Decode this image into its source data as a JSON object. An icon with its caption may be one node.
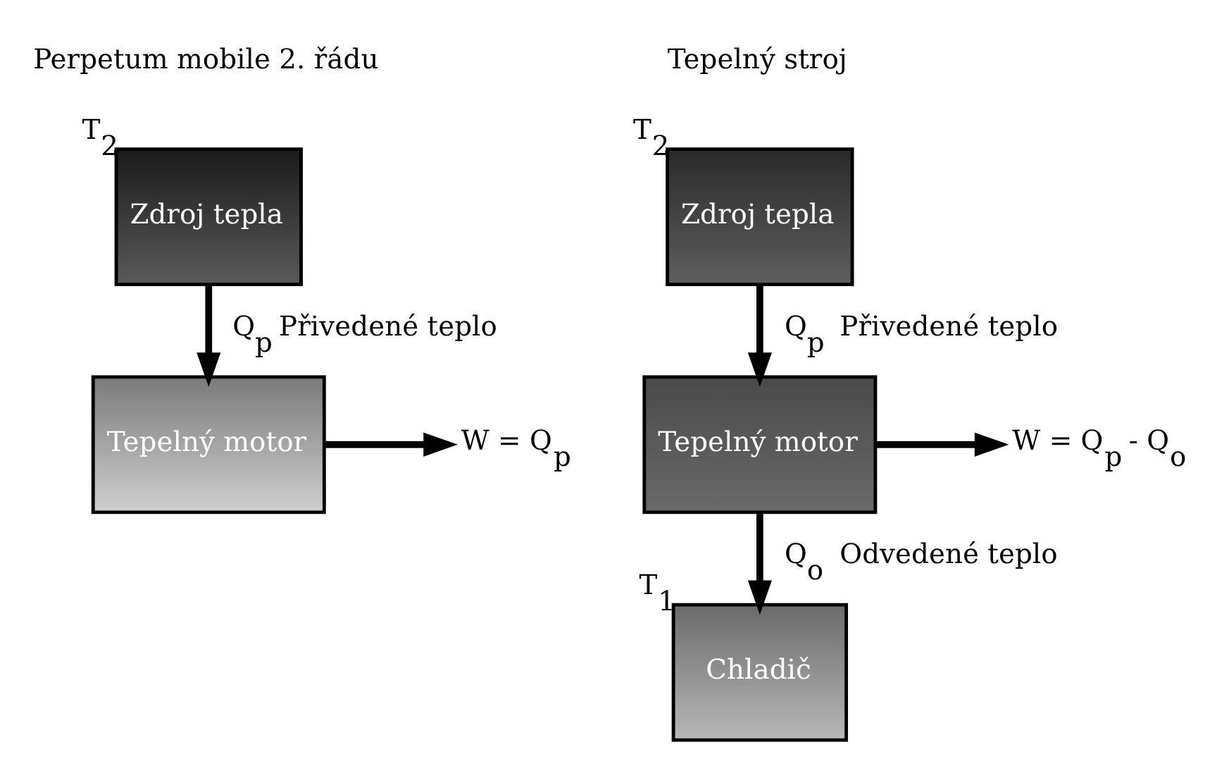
{
  "diagram": {
    "nodes": [
      {
        "text": [
          "Zdroj tepla"
        ],
        "beside": [
          "T$_{2}$"
        ]
      },
      {
        "text": [
          "Tepelný motor"
        ]
      },
      {
        "text": [
          "W = Q$_{p}$"
        ]
      },
      {
        "text": [
          "Zdroj tepla"
        ],
        "beside": [
          "T$_{2}$"
        ]
      },
      {
        "text": [
          "Tepelný motor"
        ]
      },
      {
        "text": [
          "W = Q$_{p}$ - Q$_{o}$"
        ]
      },
      {
        "text": [
          "Chladič"
        ],
        "beside": [
          "T$_{1}$"
        ]
      }
    ],
    "edges": [
      {
        "from": 0,
        "to": 1,
        "arrow": "to",
        "label": "Q$_{p}$ Přivedené teplo"
      },
      {
        "from": 1,
        "to": 2,
        "arrow": "to"
      },
      {
        "from": 3,
        "to": 4,
        "arrow": "to",
        "label": "Q$_{p}$  Přivedené teplo"
      },
      {
        "from": 4,
        "to": 5,
        "arrow": "to"
      },
      {
        "from": 4,
        "to": 6,
        "arrow": "to",
        "label": "Q$_{o}$  Odvedené teplo"
      }
    ],
    "labels": [
      "Perpetum mobile 2. řádu",
      "Tepelný stroj"
    ]
  }
}
